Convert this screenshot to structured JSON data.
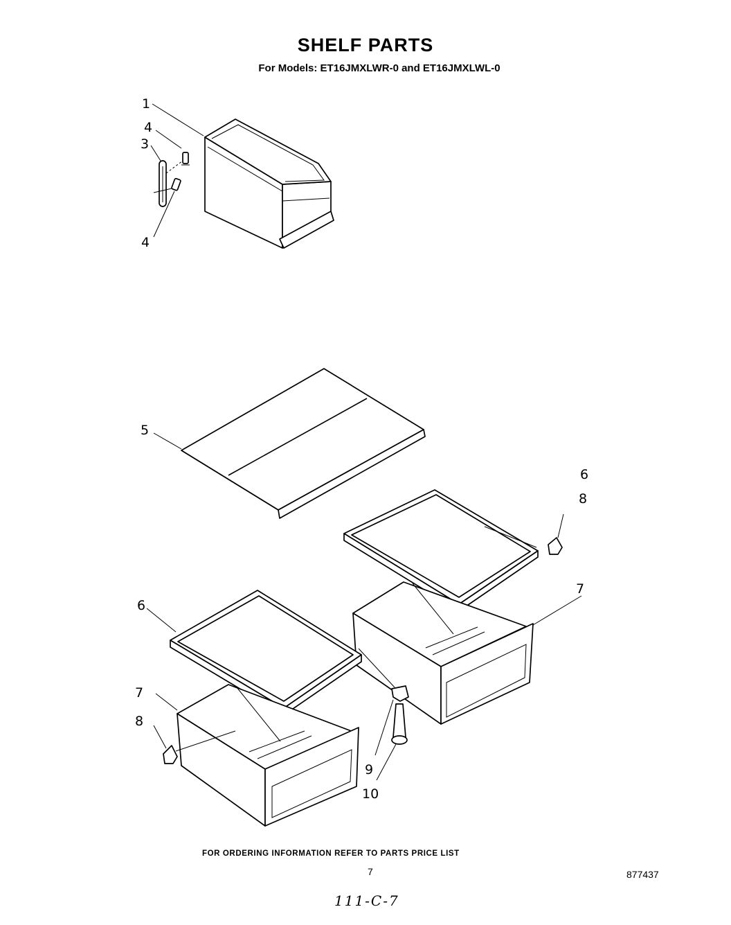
{
  "header": {
    "title": "SHELF PARTS",
    "subtitle": "For Models: ET16JMXLWR-0 and ET16JMXLWL-0"
  },
  "callouts": {
    "c1": "1",
    "c4a": "4",
    "c3": "3",
    "c4b": "4",
    "c5": "5",
    "c6a": "6",
    "c8a": "8",
    "c6b": "6",
    "c7a": "7",
    "c7b": "7",
    "c8b": "8",
    "c9": "9",
    "c10": "10"
  },
  "footer": {
    "note": "FOR ORDERING INFORMATION REFER TO PARTS PRICE LIST",
    "page_number": "7",
    "document_number": "877437",
    "handwritten": "111-C-7"
  }
}
